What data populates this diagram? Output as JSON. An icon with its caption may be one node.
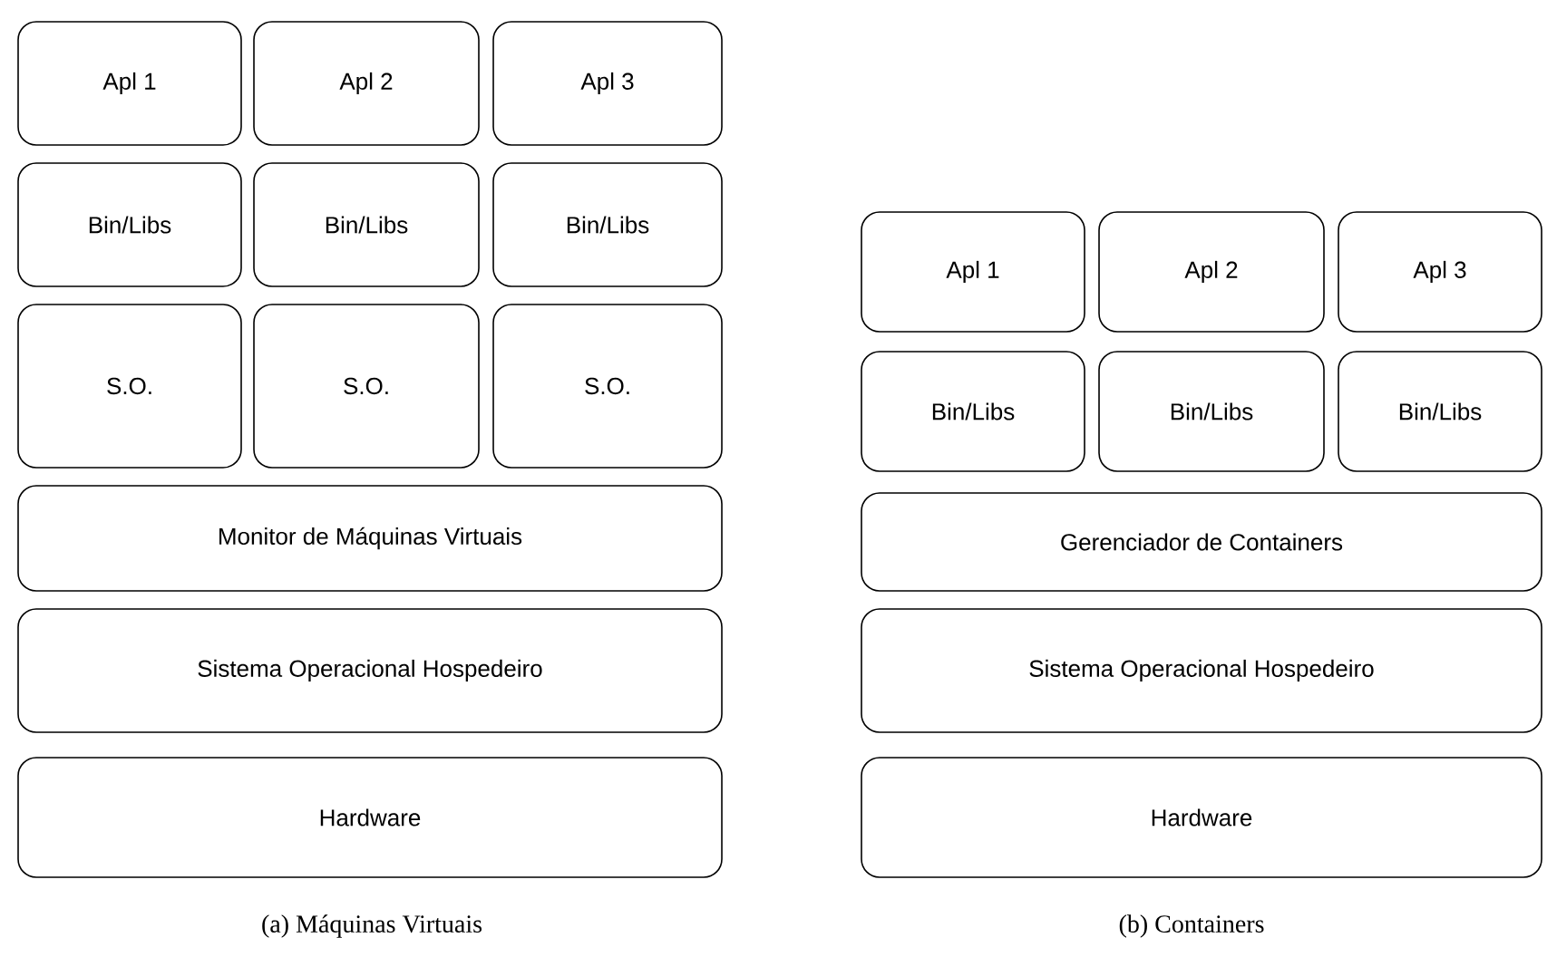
{
  "diagram": {
    "nodes": [
      {
        "text": [
          "Apl 1"
        ]
      },
      {
        "text": [
          "Apl 2"
        ]
      },
      {
        "text": [
          "Apl 3"
        ]
      },
      {
        "text": [
          "Bin/Libs"
        ]
      },
      {
        "text": [
          "Bin/Libs"
        ]
      },
      {
        "text": [
          "Bin/Libs"
        ]
      },
      {
        "text": [
          "S.O."
        ]
      },
      {
        "text": [
          "S.O."
        ]
      },
      {
        "text": [
          "S.O."
        ]
      },
      {
        "text": [
          "Monitor de Máquinas Virtuais"
        ]
      },
      {
        "text": [
          "Sistema Operacional Hospedeiro"
        ]
      },
      {
        "text": [
          "Hardware"
        ]
      },
      {
        "text": [
          "Apl 1"
        ]
      },
      {
        "text": [
          "Apl 2"
        ]
      },
      {
        "text": [
          "Apl 3"
        ]
      },
      {
        "text": [
          "Bin/Libs"
        ]
      },
      {
        "text": [
          "Bin/Libs"
        ]
      },
      {
        "text": [
          "Bin/Libs"
        ]
      },
      {
        "text": [
          "Gerenciador de Containers"
        ]
      },
      {
        "text": [
          "Sistema Operacional Hospedeiro"
        ]
      },
      {
        "text": [
          "Hardware"
        ]
      }
    ],
    "labels": [
      "(a) Máquinas Virtuais",
      "(b) Containers"
    ]
  }
}
